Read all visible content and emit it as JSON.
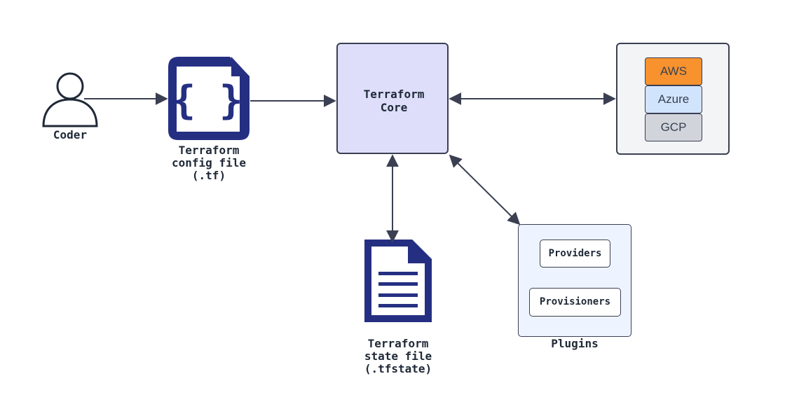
{
  "nodes": {
    "coder": {
      "label": "Coder"
    },
    "config_file": {
      "label_lines": [
        "Terraform",
        "config file",
        "(.tf)"
      ],
      "glyph": "{ }"
    },
    "core": {
      "label_lines": [
        "Terraform",
        "Core"
      ]
    },
    "state_file": {
      "label_lines": [
        "Terraform",
        "state file",
        "(.tfstate)"
      ]
    },
    "plugins": {
      "label": "Plugins",
      "items": [
        "Providers",
        "Provisioners"
      ]
    },
    "cloud": {
      "items": [
        {
          "label": "AWS",
          "color": "#f7922e"
        },
        {
          "label": "Azure",
          "color": "#d1e4fd"
        },
        {
          "label": "GCP",
          "color": "#d1d5db"
        }
      ]
    }
  },
  "edges": [
    {
      "from": "coder",
      "to": "config_file",
      "direction": "forward"
    },
    {
      "from": "config_file",
      "to": "core",
      "direction": "forward"
    },
    {
      "from": "core",
      "to": "cloud",
      "direction": "both"
    },
    {
      "from": "core",
      "to": "state_file",
      "direction": "both"
    },
    {
      "from": "core",
      "to": "plugins",
      "direction": "both"
    }
  ],
  "colors": {
    "icon_navy": "#252f82",
    "stroke": "#3b3f52",
    "core_fill": "#dedefb",
    "plugins_fill": "#eef4ff",
    "cloud_fill": "#f3f4f6"
  }
}
